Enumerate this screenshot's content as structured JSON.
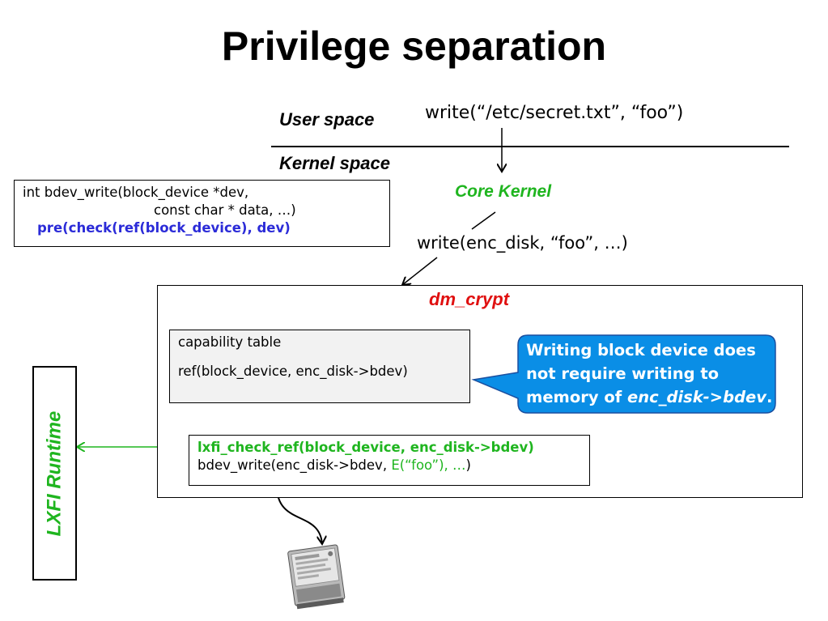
{
  "title": "Privilege separation",
  "user_space_label": "User space",
  "kernel_space_label": "Kernel space",
  "syscall": "write(“/etc/secret.txt”, “foo”)",
  "core_kernel": "Core Kernel",
  "enc_write": "write(enc_disk,  “foo”, …)",
  "bdev_decl": {
    "line1": "int bdev_write(block_device *dev,",
    "line2": "const char * data, …)",
    "line3": "pre(check(ref(block_device),  dev)"
  },
  "dm_crypt": "dm_crypt",
  "capability_table": {
    "title": "capability table",
    "entry": "ref(block_device, enc_disk->bdev)"
  },
  "callout": {
    "line1": "Writing block device does",
    "line2": "not require writing to",
    "line3_prefix": "memory of ",
    "line3_em": "enc_disk->bdev",
    "line3_suffix": "."
  },
  "check_box": {
    "line1": "lxfi_check_ref(block_device,  enc_disk->bdev)",
    "line2_prefix": "bdev_write(enc_disk->bdev, ",
    "line2_green": "E(“foo”), …",
    "line2_suffix": ")"
  },
  "runtime_label": "LXFI Runtime",
  "colors": {
    "green": "#1fb51f",
    "red": "#e01010",
    "blue": "#2b2bd8",
    "callout_fill": "#0a8ee6",
    "capability_fill": "#f2f2f2"
  },
  "icons": [
    "hard-disk-icon"
  ]
}
